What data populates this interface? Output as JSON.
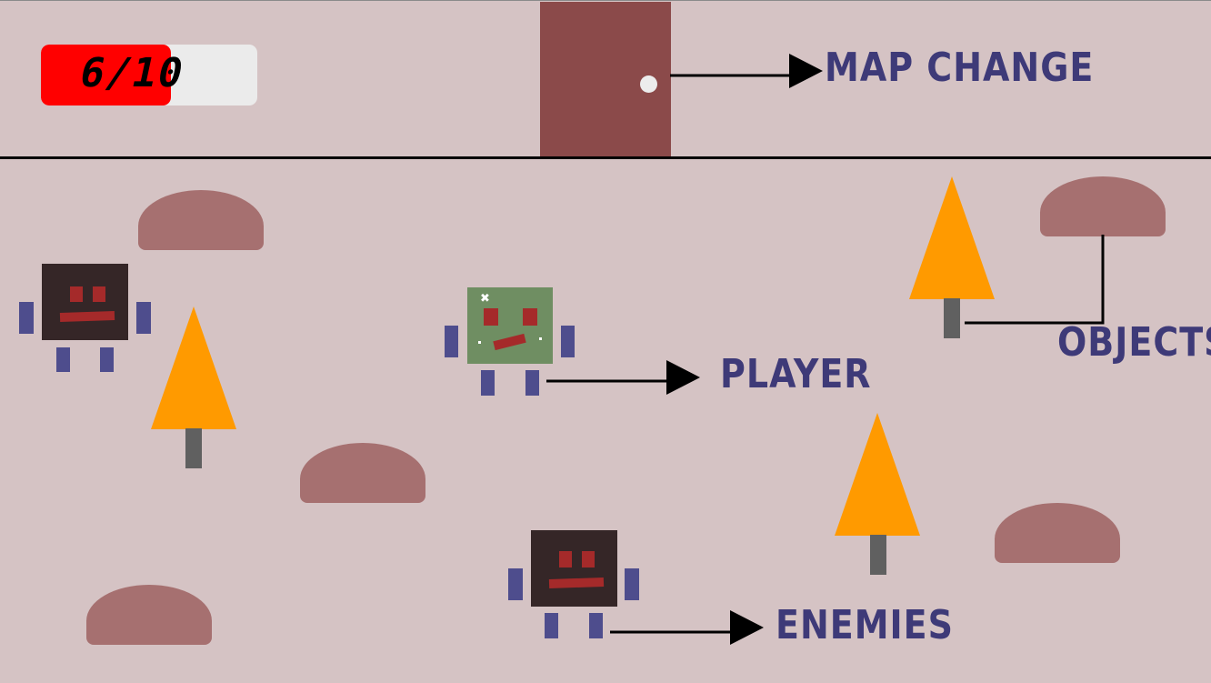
{
  "hud": {
    "health_text": "6/10",
    "health_current": 6,
    "health_max": 10
  },
  "labels": {
    "map_change": "MAP CHANGE",
    "player": "PLAYER",
    "objects": "OBJECTS",
    "enemies": "ENEMIES"
  },
  "colors": {
    "background": "#d5c3c4",
    "health_fill": "#ff0000",
    "door": "#8b4a4a",
    "label_text": "#3e3a78",
    "tree": "#ff9a00",
    "rock": "#a67070",
    "enemy": "#352627",
    "player": "#6f8e62",
    "limbs": "#4e4d8d"
  }
}
